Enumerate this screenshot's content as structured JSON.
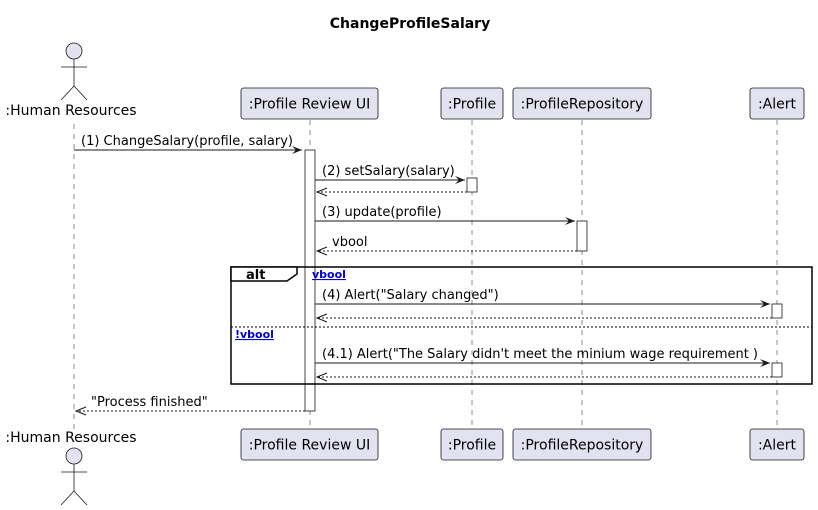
{
  "diagram": {
    "title": "ChangeProfileSalary",
    "participants": [
      {
        "id": "hr",
        "label": ":Human Resources",
        "kind": "actor"
      },
      {
        "id": "ui",
        "label": ":Profile Review UI",
        "kind": "participant"
      },
      {
        "id": "profile",
        "label": ":Profile",
        "kind": "participant"
      },
      {
        "id": "repo",
        "label": ":ProfileRepository",
        "kind": "participant"
      },
      {
        "id": "alert",
        "label": ":Alert",
        "kind": "participant"
      }
    ],
    "messages": [
      {
        "from": "hr",
        "to": "ui",
        "label": "(1) ChangeSalary(profile, salary)",
        "style": "sync"
      },
      {
        "from": "ui",
        "to": "profile",
        "label": "(2) setSalary(salary)",
        "style": "sync"
      },
      {
        "from": "profile",
        "to": "ui",
        "label": "",
        "style": "return"
      },
      {
        "from": "ui",
        "to": "repo",
        "label": "(3) update(profile)",
        "style": "sync"
      },
      {
        "from": "repo",
        "to": "ui",
        "label": "vbool",
        "style": "return"
      },
      {
        "from": "ui",
        "to": "alert",
        "label": "(4) Alert(\"Salary changed\")",
        "style": "sync"
      },
      {
        "from": "alert",
        "to": "ui",
        "label": "",
        "style": "return"
      },
      {
        "from": "ui",
        "to": "alert",
        "label": "(4.1) Alert(\"The Salary didn't meet the minium wage requirement )",
        "style": "sync"
      },
      {
        "from": "alert",
        "to": "ui",
        "label": "",
        "style": "return"
      },
      {
        "from": "ui",
        "to": "hr",
        "label": "\"Process finished\"",
        "style": "return"
      }
    ],
    "fragment": {
      "type": "alt",
      "guard_1": "vbool",
      "guard_2": "!vbool"
    },
    "colors": {
      "participant_fill": "#e2e2f0",
      "border": "#181818",
      "guard_text": "#0000cc"
    }
  }
}
